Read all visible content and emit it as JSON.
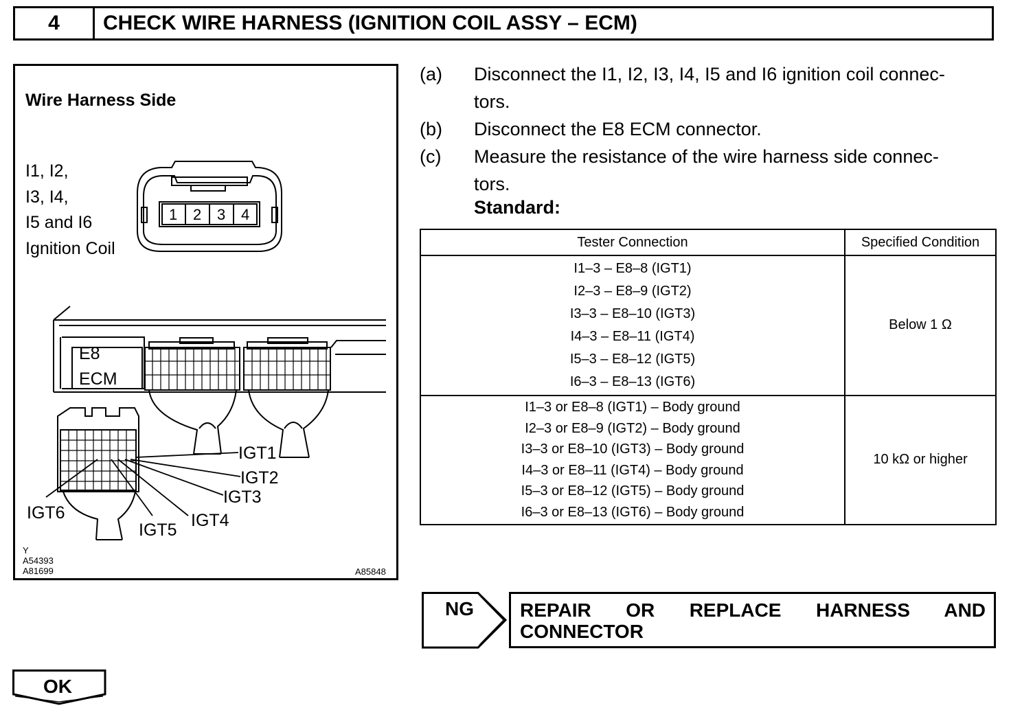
{
  "header": {
    "step_number": "4",
    "title": "CHECK WIRE HARNESS (IGNITION COIL ASSY – ECM)"
  },
  "figure": {
    "heading": "Wire Harness Side",
    "coil_label": [
      "I1, I2,",
      "I3, I4,",
      "I5 and I6",
      "Ignition Coil"
    ],
    "coil_pins": [
      "1",
      "2",
      "3",
      "4"
    ],
    "ecm_label": [
      "E8",
      "ECM"
    ],
    "callouts": {
      "igt1": "IGT1",
      "igt2": "IGT2",
      "igt3": "IGT3",
      "igt4": "IGT4",
      "igt5": "IGT5",
      "igt6": "IGT6"
    },
    "codes": "Y\nA54393\nA81699",
    "figure_id": "A85848"
  },
  "steps": [
    {
      "label": "(a)",
      "text": "Disconnect the I1, I2, I3, I4, I5 and I6 ignition coil connec-",
      "cont": "tors."
    },
    {
      "label": "(b)",
      "text": "Disconnect the E8 ECM connector.",
      "cont": ""
    },
    {
      "label": "(c)",
      "text": "Measure the resistance of the wire harness side connec-",
      "cont": "tors."
    }
  ],
  "standard_label": "Standard:",
  "spec_table": {
    "headers": {
      "connection": "Tester Connection",
      "condition": "Specified Condition"
    },
    "rows": [
      {
        "connections": [
          "I1–3 – E8–8 (IGT1)",
          "I2–3 – E8–9 (IGT2)",
          "I3–3 – E8–10 (IGT3)",
          "I4–3 – E8–11 (IGT4)",
          "I5–3 – E8–12 (IGT5)",
          "I6–3 – E8–13 (IGT6)"
        ],
        "condition": "Below 1 Ω"
      },
      {
        "connections": [
          "I1–3 or E8–8 (IGT1) – Body ground",
          "I2–3 or E8–9 (IGT2) – Body ground",
          "I3–3 or E8–10 (IGT3) – Body ground",
          "I4–3 or E8–11 (IGT4) – Body ground",
          "I5–3 or E8–12 (IGT5) – Body ground",
          "I6–3 or E8–13 (IGT6) – Body ground"
        ],
        "condition": "10 kΩ or higher"
      }
    ]
  },
  "ng": {
    "label": "NG",
    "action_line1": [
      "REPAIR",
      "OR",
      "REPLACE",
      "HARNESS",
      "AND"
    ],
    "action_line2": "CONNECTOR"
  },
  "ok": {
    "label": "OK"
  }
}
